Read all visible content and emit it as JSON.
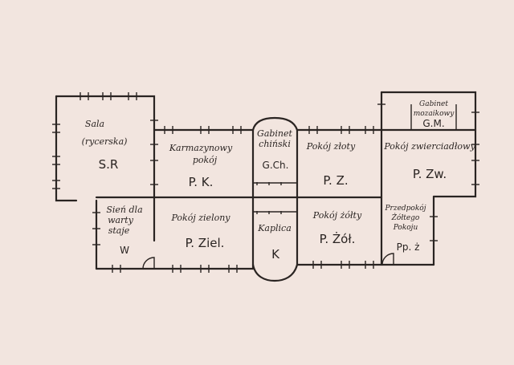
{
  "rooms": {
    "sala": {
      "line1": "Sala",
      "line2": "(rycerska)",
      "abbr": "S.R"
    },
    "karmazynowy": {
      "line1": "Karmazynowy",
      "line2": "pokój",
      "abbr": "P. K."
    },
    "gabinet_chinski": {
      "line1": "Gabinet",
      "line2": "chiński",
      "abbr": "G.Ch."
    },
    "pokoj_zloty": {
      "label": "Pokój złoty",
      "abbr": "P. Z."
    },
    "pokoj_zwierciadlowy": {
      "label": "Pokój zwierciadłowy",
      "abbr": "P. Zw."
    },
    "gabinet_mozaikowy": {
      "line1": "Gabinet",
      "line2": "mozaikowy",
      "abbr": "G.M."
    },
    "sien": {
      "line1": "Sień dla",
      "line2": "warty",
      "line3": "staje",
      "abbr": "W"
    },
    "pokoj_zielony": {
      "label": "Pokój zielony",
      "abbr": "P. Ziel."
    },
    "kaplica": {
      "label": "Kaplica",
      "abbr": "K"
    },
    "pokoj_zolty": {
      "label": "Pokój żółty",
      "abbr": "P. Żół."
    },
    "przedpokoj": {
      "line1": "Przedpokój",
      "line2": "Żółtego",
      "line3": "Pokoju",
      "abbr": "Pp. ż"
    }
  }
}
